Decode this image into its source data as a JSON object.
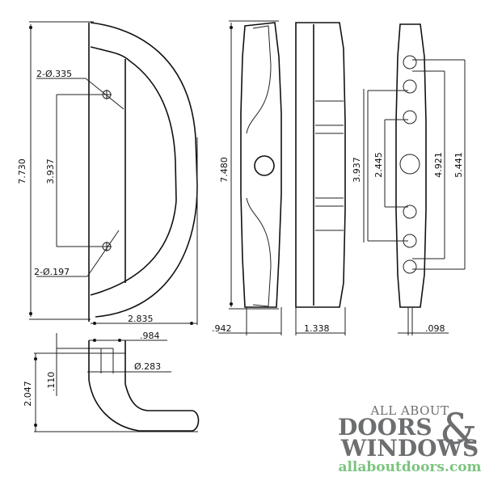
{
  "drawing": {
    "front_view": {
      "overall_height": "7.730",
      "width": "2.835",
      "hole_spacing": "3.937",
      "upper_hole_callout": "2-Ø.335",
      "lower_hole_callout": "2-Ø.197"
    },
    "bottom_view": {
      "height": "2.047",
      "offset": ".110",
      "width": ".984",
      "diameter": "Ø.283"
    },
    "side_view": {
      "height": "7.480",
      "width": ".942"
    },
    "edge_view": {
      "width": "1.338",
      "spacing": "3.937"
    },
    "back_view": {
      "spacing_outer_left": "3.937",
      "spacing_inner": "2.445",
      "spacing_inner_right": "4.921",
      "spacing_outer_right": "5.441",
      "thickness": ".098"
    }
  },
  "logo": {
    "line1": "ALL ABOUT",
    "line2": "DOORS",
    "ampersand": "&",
    "line3": "WINDOWS",
    "url": "allaboutdoors.com",
    "text_color": "#6d6e70",
    "url_color": "#7cc47f"
  }
}
